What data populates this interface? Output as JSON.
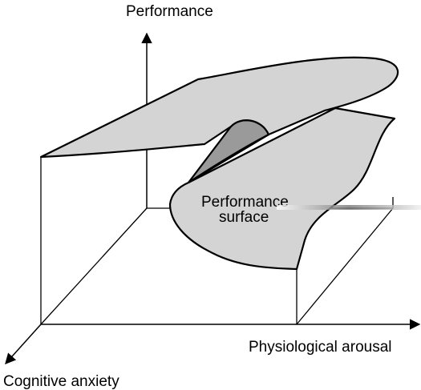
{
  "diagram": {
    "axes": {
      "vertical": "Performance",
      "horizontal": "Physiological arousal",
      "depth": "Cognitive anxiety"
    },
    "surface_label": {
      "line1": "Performance",
      "line2": "surface"
    },
    "colors": {
      "surface_light": "#d4d4d4",
      "surface_dark": "#9a9a9a",
      "stroke": "#000000",
      "background": "#ffffff"
    }
  }
}
